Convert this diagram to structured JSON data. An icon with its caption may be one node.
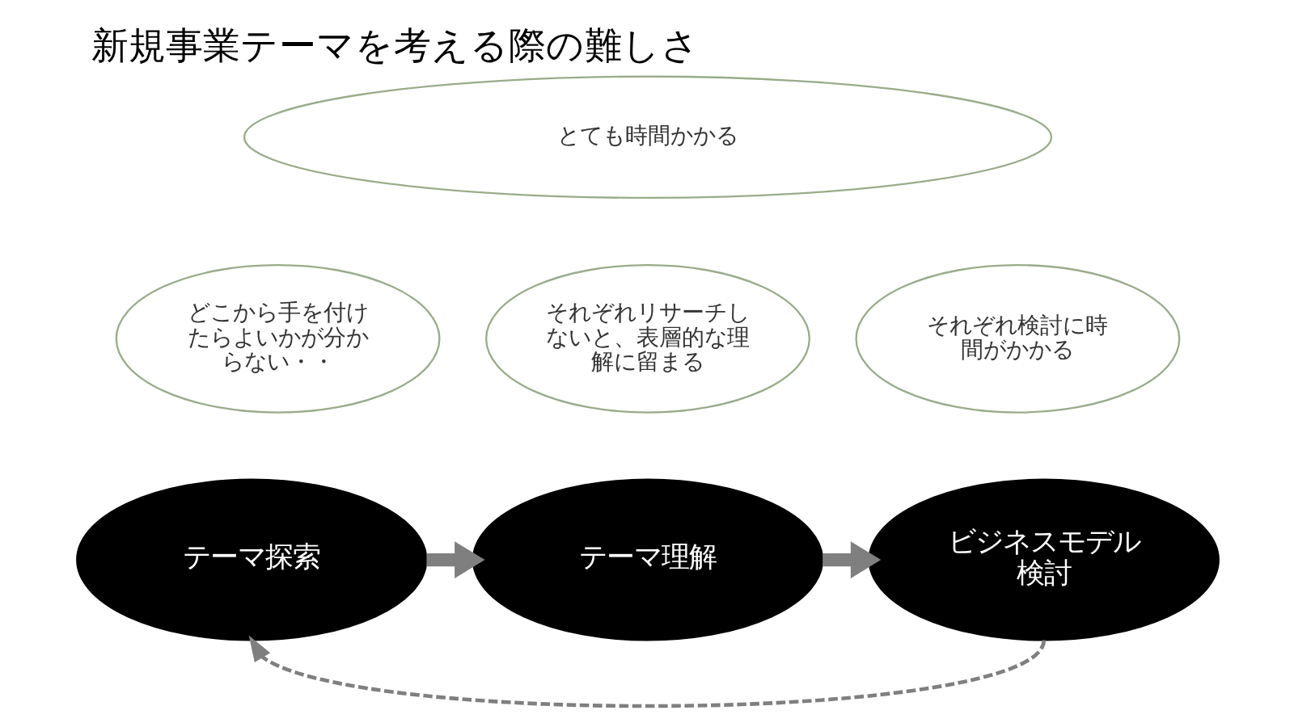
{
  "diagram": {
    "title": "新規事業テーマを考える際の難しさ",
    "nodes": [
      {
        "text": [
          "とても時間かかる"
        ]
      },
      {
        "text": [
          "どこから手を付けたらよいかが分からない・・"
        ]
      },
      {
        "text": [
          "それぞれリサーチしないと、表層的な理解に留まる"
        ]
      },
      {
        "text": [
          "それぞれ検討に時間がかかる"
        ]
      },
      {
        "text": [
          "テーマ探索"
        ]
      },
      {
        "text": [
          "テーマ理解"
        ]
      },
      {
        "text": [
          "ビジネスモデル検討"
        ]
      }
    ],
    "edges": [
      {
        "from": 4,
        "to": 5,
        "arrow": "to"
      },
      {
        "from": 5,
        "to": 6,
        "arrow": "to"
      },
      {
        "from": 6,
        "to": 4,
        "arrow": "to",
        "style": "dashed"
      }
    ]
  }
}
